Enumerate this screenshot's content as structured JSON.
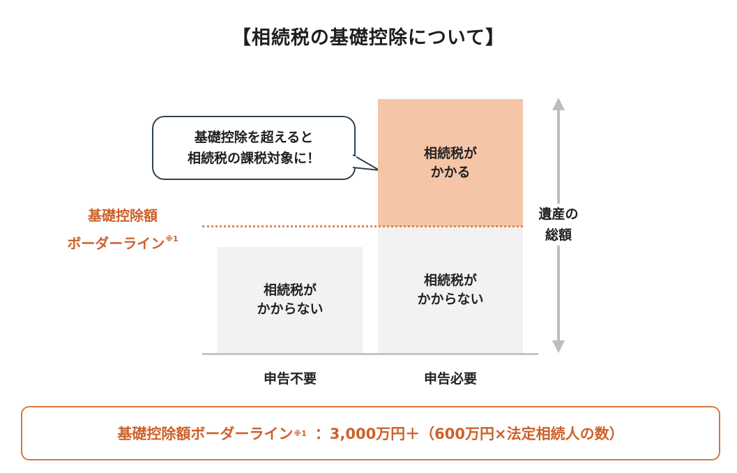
{
  "title": "【相続税の基礎控除について】",
  "bubble": {
    "line1": "基礎控除を超えると",
    "line2": "相続税の課税対象に！"
  },
  "border_label": {
    "line1": "基礎控除額",
    "line2": "ボーダーライン",
    "note": "※1"
  },
  "boxes": {
    "left": {
      "line1": "相続税が",
      "line2": "かからない"
    },
    "right_high": {
      "line1": "相続税が",
      "line2": "かかる"
    },
    "right_low": {
      "line1": "相続税が",
      "line2": "かからない"
    }
  },
  "categories": {
    "left": "申告不要",
    "right": "申告必要"
  },
  "axis_label": {
    "line1": "遺産の",
    "line2": "総額"
  },
  "formula": {
    "label": "基礎控除額ボーダーライン",
    "note": "※1",
    "expression": "：3,000万円＋（600万円×法定相続人の数）"
  },
  "colors": {
    "accent": "#cc6129",
    "taxed_fill": "#f5c5a8",
    "untaxed_fill": "#f2f2f2",
    "arrow": "#bdbdbd",
    "bubble_border": "#2f4150"
  }
}
